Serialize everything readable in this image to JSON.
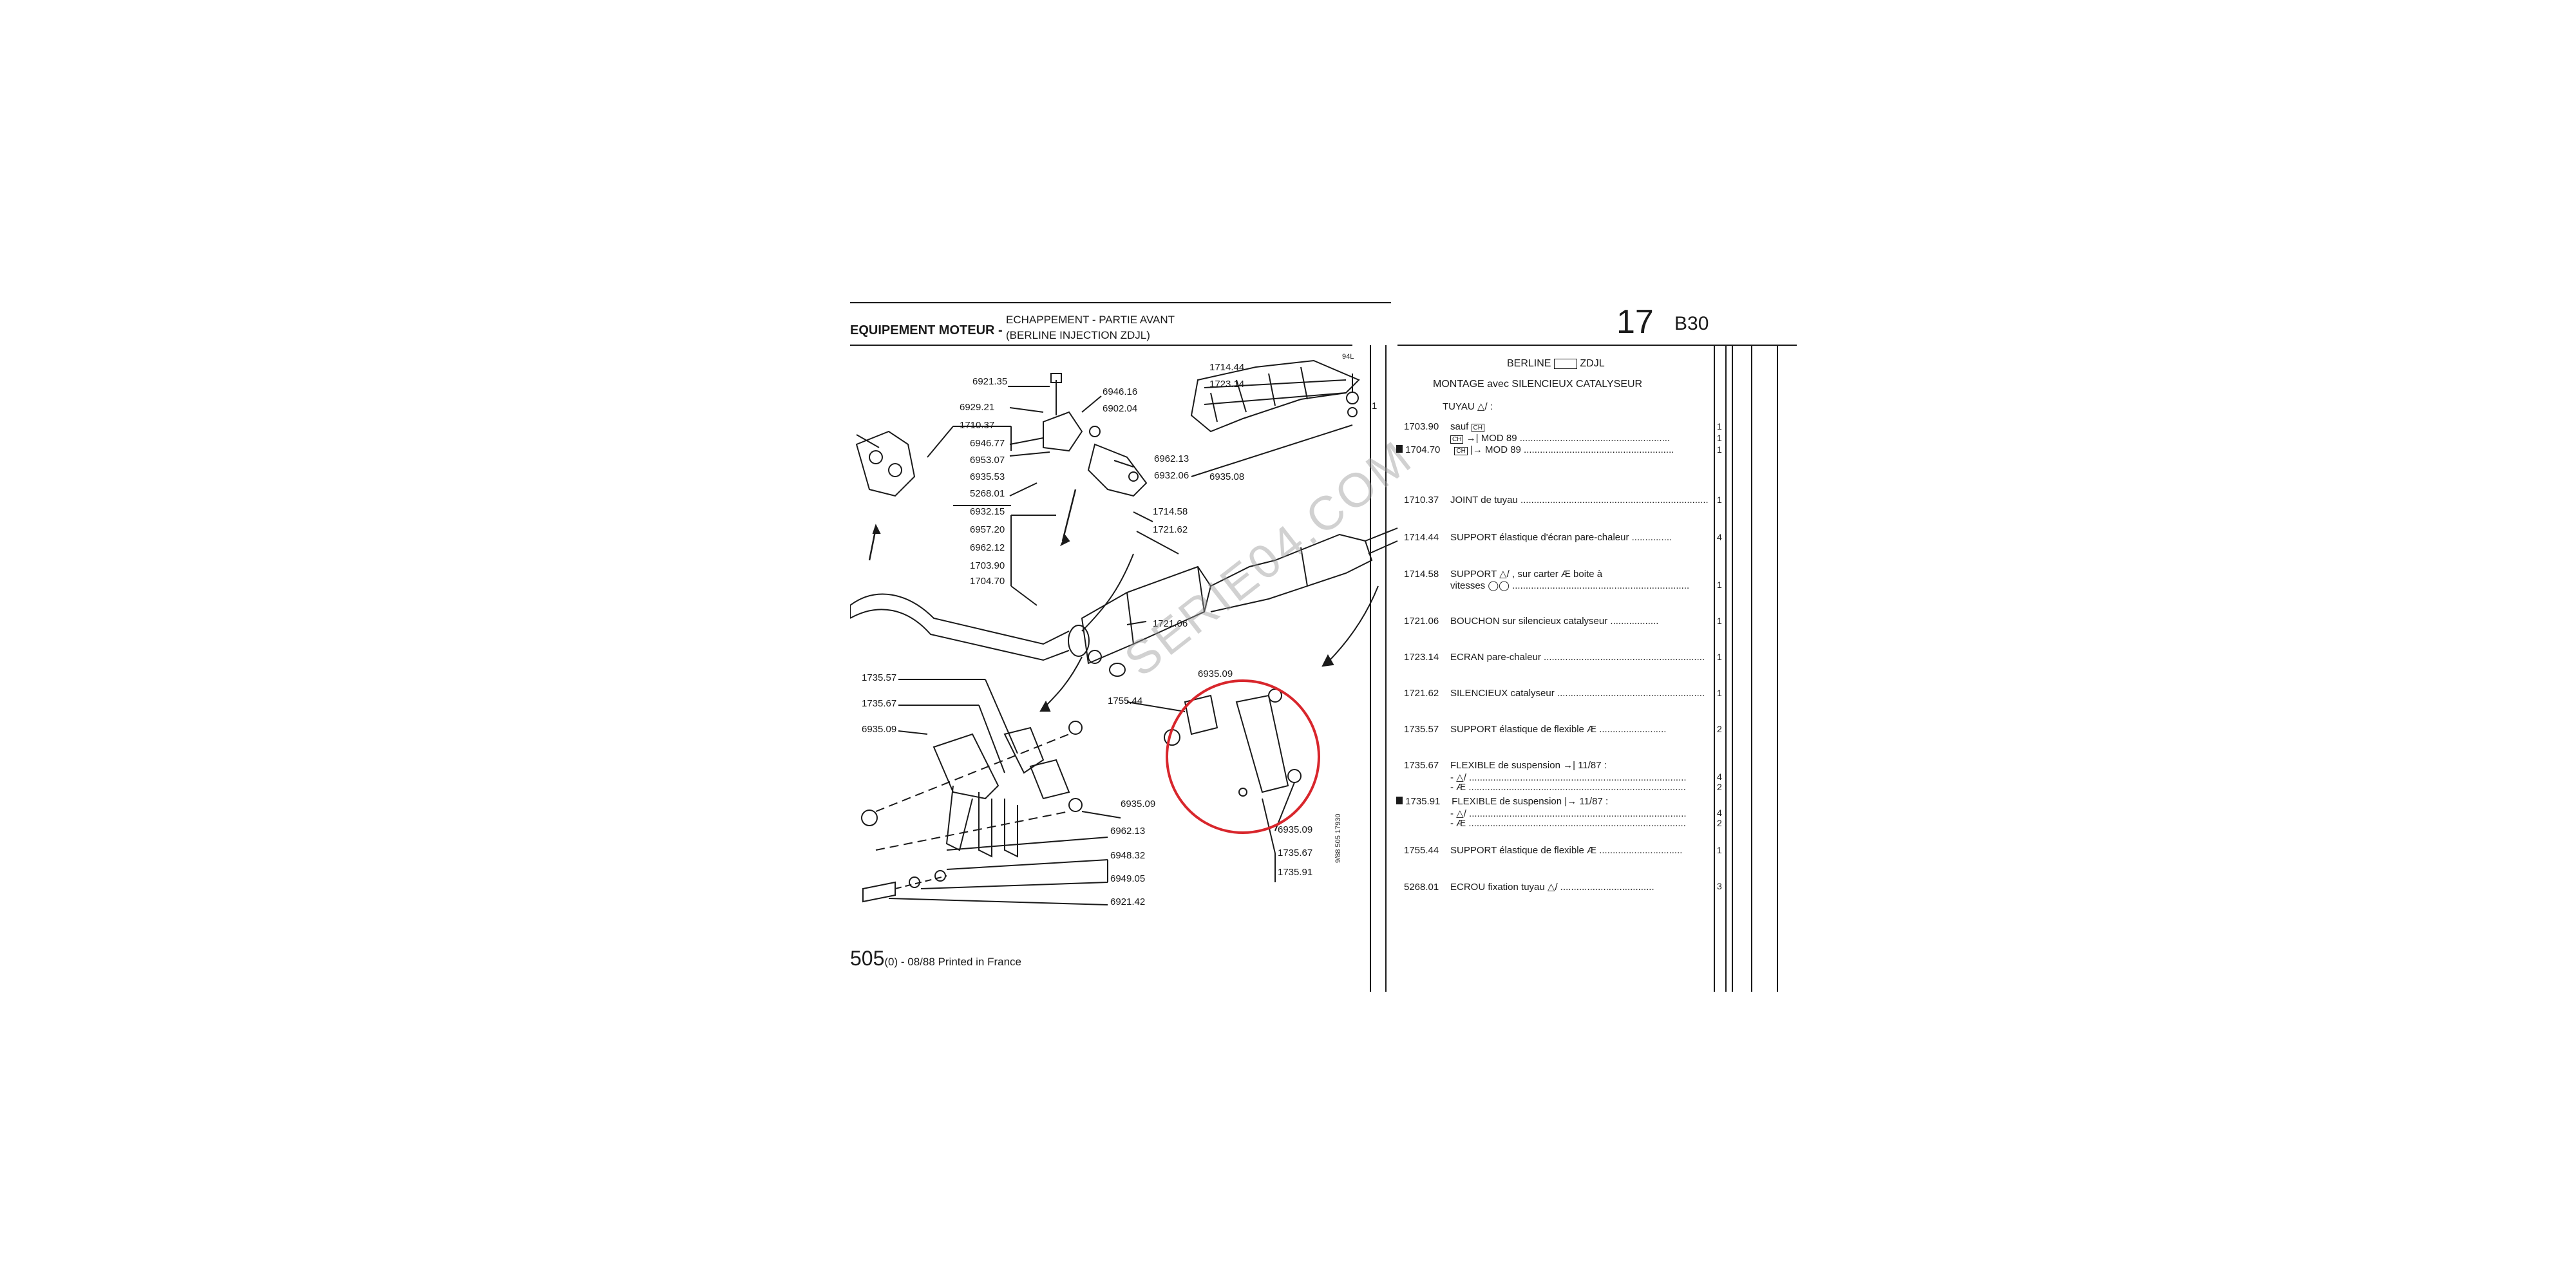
{
  "header": {
    "group": "EQUIPEMENT MOTEUR -",
    "subtitle_line1": "ECHAPPEMENT - PARTIE AVANT",
    "subtitle_line2": "(BERLINE INJECTION ZDJL)",
    "page_number": "17",
    "section": "B30",
    "corner_code": "94L"
  },
  "diagram": {
    "labels": [
      {
        "id": "l1",
        "text": "6921.35"
      },
      {
        "id": "l2",
        "text": "6929.21"
      },
      {
        "id": "l3",
        "text": "1710.37"
      },
      {
        "id": "l4",
        "text": "6946.77"
      },
      {
        "id": "l5",
        "text": "6953.07"
      },
      {
        "id": "l6",
        "text": "6935.53"
      },
      {
        "id": "l7",
        "text": "5268.01"
      },
      {
        "id": "l8",
        "text": "6932.15"
      },
      {
        "id": "l9",
        "text": "6957.20"
      },
      {
        "id": "l10",
        "text": "6962.12"
      },
      {
        "id": "l11",
        "text": "1703.90"
      },
      {
        "id": "l12",
        "text": "1704.70"
      },
      {
        "id": "l13",
        "text": "6946.16"
      },
      {
        "id": "l14",
        "text": "6902.04"
      },
      {
        "id": "l15",
        "text": "6962.13"
      },
      {
        "id": "l16",
        "text": "6932.06"
      },
      {
        "id": "l17",
        "text": "1714.58"
      },
      {
        "id": "l18",
        "text": "1721.62"
      },
      {
        "id": "l19",
        "text": "1714.44"
      },
      {
        "id": "l20",
        "text": "1723.14"
      },
      {
        "id": "l21",
        "text": "6935.08"
      },
      {
        "id": "l22",
        "text": "1721.06"
      },
      {
        "id": "l23",
        "text": "1735.57"
      },
      {
        "id": "l24",
        "text": "1735.67"
      },
      {
        "id": "l25",
        "text": "6935.09"
      },
      {
        "id": "l26",
        "text": "1755.44"
      },
      {
        "id": "l27",
        "text": "6935.09"
      },
      {
        "id": "l28",
        "text": "6935.09"
      },
      {
        "id": "l29",
        "text": "6962.13"
      },
      {
        "id": "l30",
        "text": "6948.32"
      },
      {
        "id": "l31",
        "text": "6949.05"
      },
      {
        "id": "l32",
        "text": "6921.42"
      },
      {
        "id": "l33",
        "text": "6935.09"
      },
      {
        "id": "l34",
        "text": "1735.67"
      },
      {
        "id": "l35",
        "text": "1735.91"
      }
    ],
    "side_code": "9/88 505 17930",
    "watermark": "SERIE04.COM"
  },
  "parts": {
    "title_line1_pre": "BERLINE",
    "title_line1_post": "ZDJL",
    "title_line2": "MONTAGE avec SILENCIEUX CATALYSEUR",
    "index": "1",
    "tuyau_label": "TUYAU",
    "rows": [
      {
        "ref": "1703.90",
        "desc": "sauf",
        "tag": "CH",
        "extra": "",
        "qty": "1",
        "marked": false
      },
      {
        "ref": "",
        "desc": "",
        "tag": "CH",
        "extra": "MOD 89",
        "qty": "1",
        "marked": false
      },
      {
        "ref": "1704.70",
        "desc": "",
        "tag": "CH",
        "extra": "MOD 89",
        "qty": "1",
        "marked": true
      },
      {
        "ref": "1710.37",
        "desc": "JOINT de tuyau",
        "tag": "",
        "extra": "",
        "qty": "1",
        "marked": false
      },
      {
        "ref": "1714.44",
        "desc": "SUPPORT élastique d'écran pare-chaleur",
        "tag": "",
        "extra": "",
        "qty": "4",
        "marked": false
      },
      {
        "ref": "1714.58",
        "desc": "SUPPORT",
        "tag": "",
        "extra": ", sur carter",
        "qty": "1",
        "marked": false
      },
      {
        "ref": "1721.06",
        "desc": "BOUCHON sur silencieux catalyseur",
        "tag": "",
        "extra": "",
        "qty": "1",
        "marked": false
      },
      {
        "ref": "1723.14",
        "desc": "ECRAN pare-chaleur",
        "tag": "",
        "extra": "",
        "qty": "1",
        "marked": false
      },
      {
        "ref": "1721.62",
        "desc": "SILENCIEUX catalyseur",
        "tag": "",
        "extra": "",
        "qty": "1",
        "marked": false
      },
      {
        "ref": "1735.57",
        "desc": "SUPPORT élastique de flexible",
        "tag": "",
        "extra": "",
        "qty": "2",
        "marked": false
      },
      {
        "ref": "1735.67",
        "desc": "FLEXIBLE de suspension",
        "tag": "",
        "extra": "11/87 :",
        "qty": "",
        "marked": false
      },
      {
        "ref": "1735.91",
        "desc": "FLEXIBLE de suspension",
        "tag": "",
        "extra": "11/87 :",
        "qty": "",
        "marked": true
      },
      {
        "ref": "1755.44",
        "desc": "SUPPORT élastique de flexible",
        "tag": "",
        "extra": "",
        "qty": "1",
        "marked": false
      },
      {
        "ref": "5268.01",
        "desc": "ECROU fixation tuyau",
        "tag": "",
        "extra": "",
        "qty": "3",
        "marked": false
      }
    ],
    "row_1714_58_line2": "vitesses",
    "row_1714_58_boite": "boite à",
    "sub_qty_1735_67": [
      "4",
      "2"
    ],
    "sub_qty_1735_91": [
      "4",
      "2"
    ]
  },
  "footer": {
    "model": "505",
    "rest": "(0) - 08/88 Printed in France"
  },
  "colors": {
    "ink": "#1a1a1a",
    "highlight": "#d8262c"
  }
}
